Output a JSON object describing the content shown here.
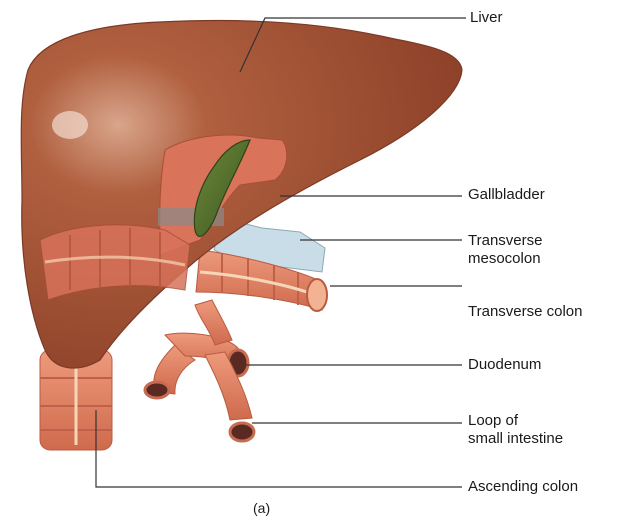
{
  "figure": {
    "caption": "(a)",
    "labels": {
      "liver": [
        "Liver"
      ],
      "gallbladder": [
        "Gallbladder"
      ],
      "transverse_mesocolon": [
        "Transverse",
        "mesocolon"
      ],
      "transverse_colon": [
        "Transverse colon"
      ],
      "duodenum": [
        "Duodenum"
      ],
      "small_intestine": [
        "Loop of",
        "small intestine"
      ],
      "ascending_colon": [
        "Ascending colon"
      ]
    }
  },
  "colors": {
    "liver": "#a8553a",
    "liver_dark": "#8a3f2a",
    "intestine": "#e0876a",
    "intestine_dark": "#c25d44",
    "gallbladder": "#4f6a2a",
    "mesocolon": "#c7dbe6",
    "leader_line": "#333333"
  }
}
